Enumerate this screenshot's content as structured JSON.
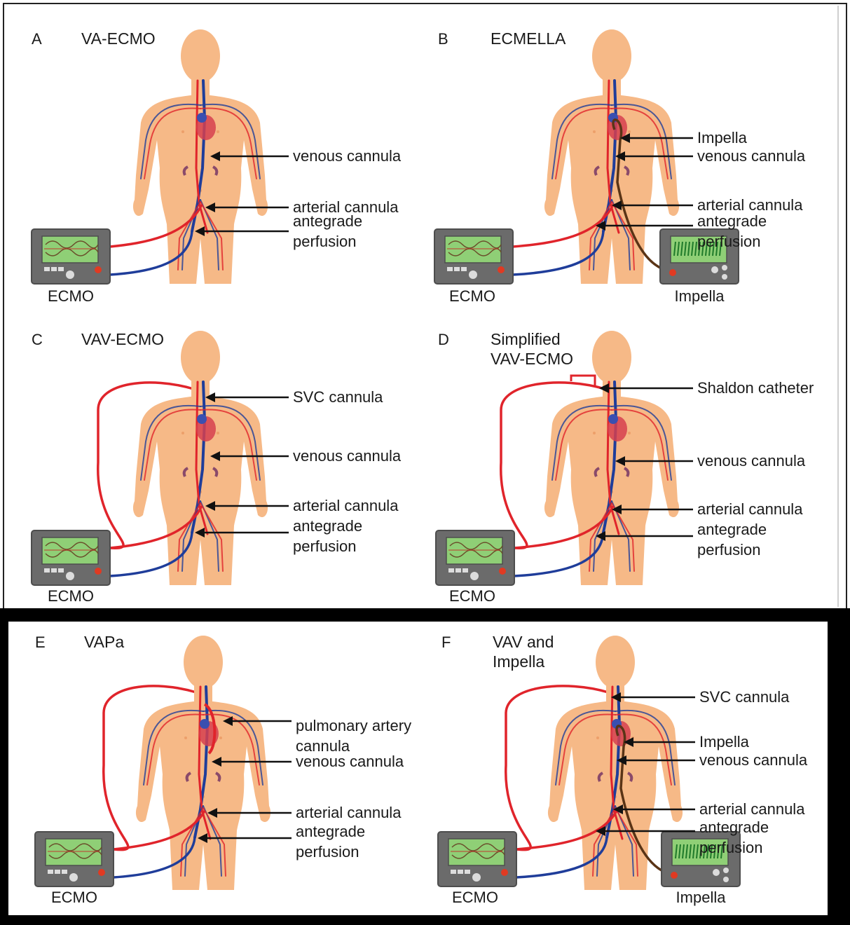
{
  "panels": [
    {
      "letter": "A",
      "title_lines": [
        "VA-ECMO"
      ],
      "devices": [
        "ECMO"
      ],
      "labels": [
        {
          "lines": [
            "venous cannula"
          ],
          "target": "venous"
        },
        {
          "lines": [
            "arterial cannula"
          ],
          "target": "arterial"
        },
        {
          "lines": [
            "antegrade",
            "perfusion"
          ],
          "target": "antegrade"
        }
      ]
    },
    {
      "letter": "B",
      "title_lines": [
        "ECMELLA"
      ],
      "devices": [
        "ECMO",
        "Impella"
      ],
      "labels": [
        {
          "lines": [
            "Impella"
          ],
          "target": "impella"
        },
        {
          "lines": [
            "venous cannula"
          ],
          "target": "venous"
        },
        {
          "lines": [
            "arterial cannula"
          ],
          "target": "arterial"
        },
        {
          "lines": [
            "antegrade",
            "perfusion"
          ],
          "target": "antegrade"
        }
      ]
    },
    {
      "letter": "C",
      "title_lines": [
        "VAV-ECMO"
      ],
      "devices": [
        "ECMO"
      ],
      "labels": [
        {
          "lines": [
            "SVC cannula"
          ],
          "target": "svc"
        },
        {
          "lines": [
            "venous cannula"
          ],
          "target": "venous"
        },
        {
          "lines": [
            "arterial cannula"
          ],
          "target": "arterial"
        },
        {
          "lines": [
            "antegrade",
            "perfusion"
          ],
          "target": "antegrade"
        }
      ]
    },
    {
      "letter": "D",
      "title_lines": [
        "Simplified",
        "VAV-ECMO"
      ],
      "devices": [
        "ECMO"
      ],
      "labels": [
        {
          "lines": [
            "Shaldon catheter"
          ],
          "target": "shaldon"
        },
        {
          "lines": [
            "venous cannula"
          ],
          "target": "venous"
        },
        {
          "lines": [
            "arterial cannula"
          ],
          "target": "arterial"
        },
        {
          "lines": [
            "antegrade",
            "perfusion"
          ],
          "target": "antegrade"
        }
      ]
    },
    {
      "letter": "E",
      "title_lines": [
        "VAPa"
      ],
      "devices": [
        "ECMO"
      ],
      "labels": [
        {
          "lines": [
            "pulmonary artery",
            "cannula"
          ],
          "target": "pa"
        },
        {
          "lines": [
            "venous cannula"
          ],
          "target": "venous"
        },
        {
          "lines": [
            "arterial cannula"
          ],
          "target": "arterial"
        },
        {
          "lines": [
            "antegrade",
            "perfusion"
          ],
          "target": "antegrade"
        }
      ]
    },
    {
      "letter": "F",
      "title_lines": [
        "VAV and",
        "Impella"
      ],
      "devices": [
        "ECMO",
        "Impella"
      ],
      "labels": [
        {
          "lines": [
            "SVC cannula"
          ],
          "target": "svc"
        },
        {
          "lines": [
            "Impella"
          ],
          "target": "impella"
        },
        {
          "lines": [
            "venous cannula"
          ],
          "target": "venous"
        },
        {
          "lines": [
            "arterial cannula"
          ],
          "target": "arterial"
        },
        {
          "lines": [
            "antegrade",
            "perfusion"
          ],
          "target": "antegrade"
        }
      ]
    }
  ],
  "colors": {
    "skin": "#f6b987",
    "skin_shadow": "#ec9f6a",
    "artery": "#e0242b",
    "vein": "#1f3d9a",
    "impella_line": "#5a3416",
    "device_body": "#6b6b6b",
    "screen": "#8fcf76",
    "bottom_frame": "#000000"
  }
}
